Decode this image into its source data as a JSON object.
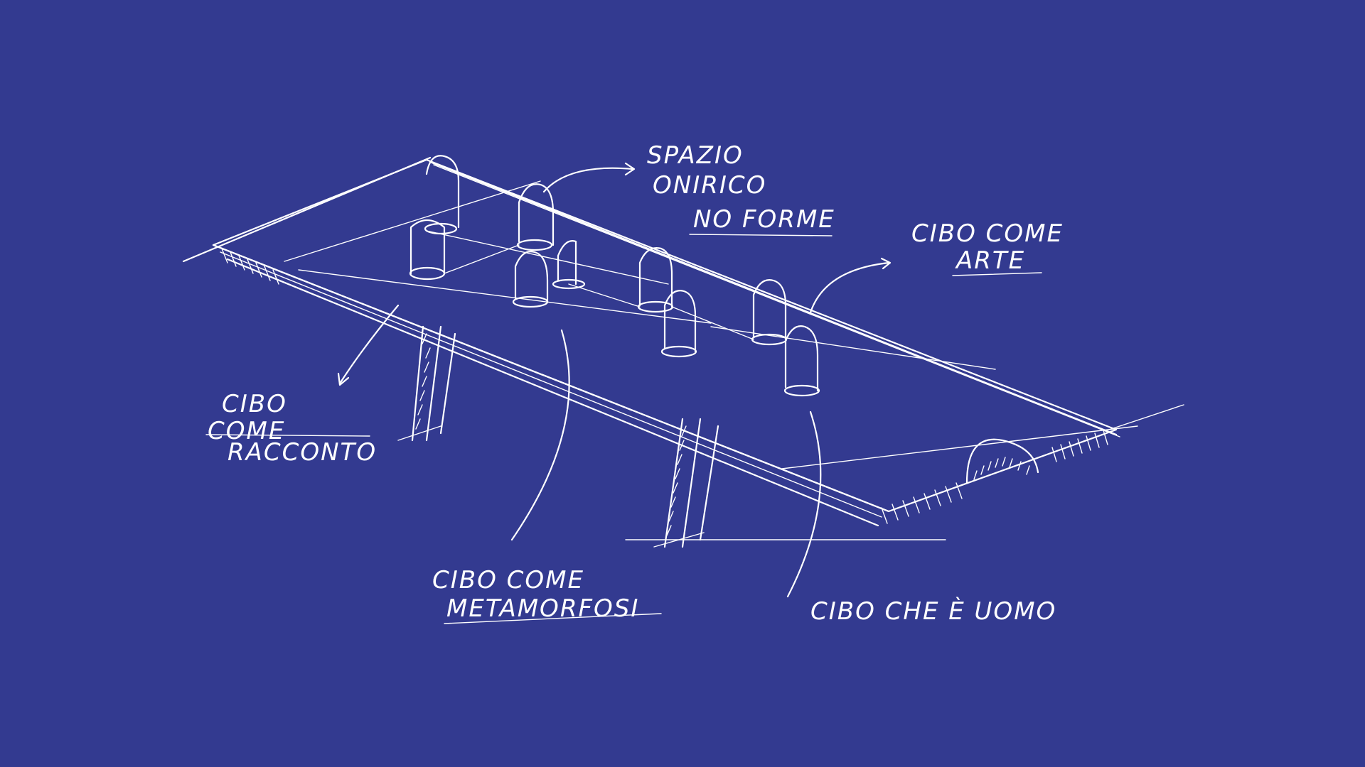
{
  "colors": {
    "background": "#333a90",
    "ink": "#ffffff"
  },
  "annotations": {
    "spazio_line1": "SPAZIO",
    "spazio_line2": "ONIRICO",
    "spazio_line3": "NO FORME",
    "arte_line1": "CIBO COME",
    "arte_line2": "ARTE",
    "racconto_line1": "CIBO",
    "racconto_line2": "COME",
    "racconto_line3": "RACCONTO",
    "metamorfosi_line1": "CIBO COME",
    "metamorfosi_line2": "METAMORFOSI",
    "uomo_line1": "CIBO CHE È UOMO"
  }
}
